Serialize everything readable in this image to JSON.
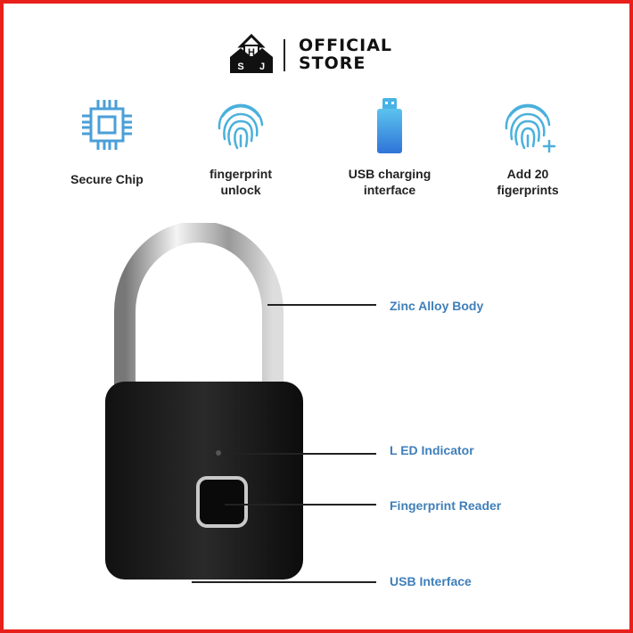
{
  "brand": {
    "logo_letters": [
      "H",
      "S",
      "J"
    ],
    "store_line1": "OFFICIAL",
    "store_line2": "STORE"
  },
  "features": [
    {
      "icon": "chip-icon",
      "label1": "Secure Chip",
      "label2": ""
    },
    {
      "icon": "fingerprint-icon",
      "label1": "fingerprint",
      "label2": "unlock"
    },
    {
      "icon": "usb-icon",
      "label1": "USB charging",
      "label2": "interface"
    },
    {
      "icon": "fingerprint-add-icon",
      "label1": "Add 20",
      "label2": "figerprints"
    }
  ],
  "callouts": [
    "Zinc Alloy Body",
    "L ED Indicator",
    "Fingerprint Reader",
    "USB Interface"
  ],
  "colors": {
    "border": "#e8201c",
    "accent": "#3f7fb9",
    "icon": "#4a9fd8"
  }
}
